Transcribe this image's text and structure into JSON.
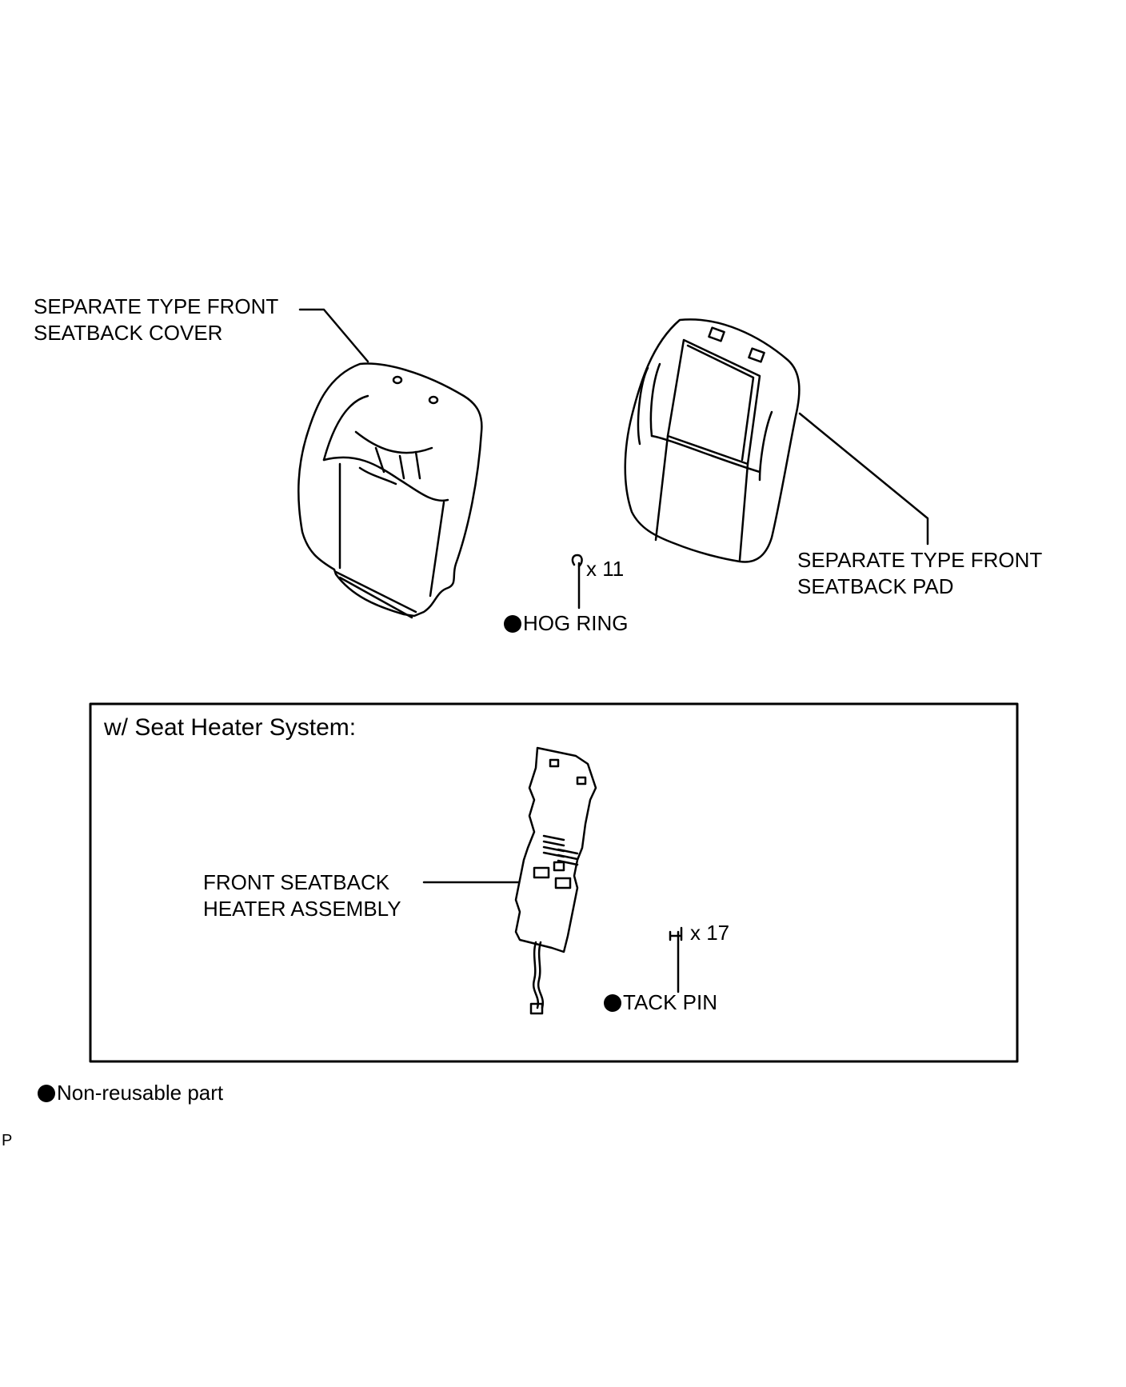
{
  "labels": {
    "seatback_cover": [
      "SEPARATE TYPE FRONT",
      "SEATBACK COVER"
    ],
    "seatback_pad": [
      "SEPARATE TYPE FRONT",
      "SEATBACK PAD"
    ],
    "hog_ring": "HOG RING",
    "hog_ring_qty": "x 11",
    "heater_assembly": [
      "FRONT SEATBACK",
      "HEATER ASSEMBLY"
    ],
    "tack_pin": "TACK PIN",
    "tack_pin_qty": "x 17"
  },
  "box": {
    "title": "w/ Seat Heater System:"
  },
  "legend": {
    "non_reusable": "Non-reusable part"
  },
  "footer_mark": "P"
}
